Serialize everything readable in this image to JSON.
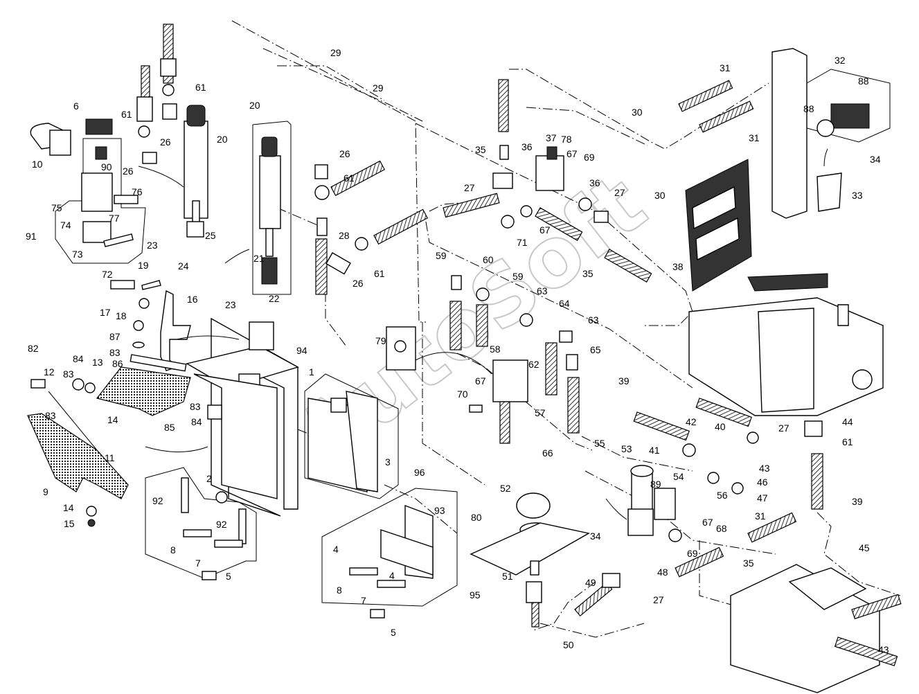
{
  "watermark": "AutoSoft",
  "callouts": [
    {
      "id": "c29a",
      "text": "29"
    },
    {
      "id": "c29b",
      "text": "29"
    },
    {
      "id": "c61a",
      "text": "61"
    },
    {
      "id": "c61b",
      "text": "61"
    },
    {
      "id": "c61c",
      "text": "61"
    },
    {
      "id": "c61d",
      "text": "61"
    },
    {
      "id": "c61e",
      "text": "61"
    },
    {
      "id": "c6",
      "text": "6"
    },
    {
      "id": "c20a",
      "text": "20"
    },
    {
      "id": "c20b",
      "text": "20"
    },
    {
      "id": "c26a",
      "text": "26"
    },
    {
      "id": "c26b",
      "text": "26"
    },
    {
      "id": "c26c",
      "text": "26"
    },
    {
      "id": "c26d",
      "text": "26"
    },
    {
      "id": "c10",
      "text": "10"
    },
    {
      "id": "c90",
      "text": "90"
    },
    {
      "id": "c76",
      "text": "76"
    },
    {
      "id": "c75",
      "text": "75"
    },
    {
      "id": "c74",
      "text": "74"
    },
    {
      "id": "c77",
      "text": "77"
    },
    {
      "id": "c91",
      "text": "91"
    },
    {
      "id": "c73",
      "text": "73"
    },
    {
      "id": "c23a",
      "text": "23"
    },
    {
      "id": "c23b",
      "text": "23"
    },
    {
      "id": "c24",
      "text": "24"
    },
    {
      "id": "c25",
      "text": "25"
    },
    {
      "id": "c21",
      "text": "21"
    },
    {
      "id": "c22",
      "text": "22"
    },
    {
      "id": "c28",
      "text": "28"
    },
    {
      "id": "c72",
      "text": "72"
    },
    {
      "id": "c19",
      "text": "19"
    },
    {
      "id": "c16",
      "text": "16"
    },
    {
      "id": "c17",
      "text": "17"
    },
    {
      "id": "c18",
      "text": "18"
    },
    {
      "id": "c87",
      "text": "87"
    },
    {
      "id": "c82",
      "text": "82"
    },
    {
      "id": "c83a",
      "text": "83"
    },
    {
      "id": "c83b",
      "text": "83"
    },
    {
      "id": "c83c",
      "text": "83"
    },
    {
      "id": "c83d",
      "text": "83"
    },
    {
      "id": "c86",
      "text": "86"
    },
    {
      "id": "c84a",
      "text": "84"
    },
    {
      "id": "c84b",
      "text": "84"
    },
    {
      "id": "c13",
      "text": "13"
    },
    {
      "id": "c12",
      "text": "12"
    },
    {
      "id": "c94",
      "text": "94"
    },
    {
      "id": "c1",
      "text": "1"
    },
    {
      "id": "c14a",
      "text": "14"
    },
    {
      "id": "c14b",
      "text": "14"
    },
    {
      "id": "c85",
      "text": "85"
    },
    {
      "id": "c11",
      "text": "11"
    },
    {
      "id": "c9",
      "text": "9"
    },
    {
      "id": "c15",
      "text": "15"
    },
    {
      "id": "c3",
      "text": "3"
    },
    {
      "id": "c96",
      "text": "96"
    },
    {
      "id": "c2",
      "text": "2"
    },
    {
      "id": "c92a",
      "text": "92"
    },
    {
      "id": "c92b",
      "text": "92"
    },
    {
      "id": "c8a",
      "text": "8"
    },
    {
      "id": "c8b",
      "text": "8"
    },
    {
      "id": "c7a",
      "text": "7"
    },
    {
      "id": "c7b",
      "text": "7"
    },
    {
      "id": "c5a",
      "text": "5"
    },
    {
      "id": "c5b",
      "text": "5"
    },
    {
      "id": "c4a",
      "text": "4"
    },
    {
      "id": "c4b",
      "text": "4"
    },
    {
      "id": "c93",
      "text": "93"
    },
    {
      "id": "c95",
      "text": "95"
    },
    {
      "id": "c30a",
      "text": "30"
    },
    {
      "id": "c30b",
      "text": "30"
    },
    {
      "id": "c31a",
      "text": "31"
    },
    {
      "id": "c31b",
      "text": "31"
    },
    {
      "id": "c31c",
      "text": "31"
    },
    {
      "id": "c32",
      "text": "32"
    },
    {
      "id": "c88a",
      "text": "88"
    },
    {
      "id": "c88b",
      "text": "88"
    },
    {
      "id": "c34a",
      "text": "34"
    },
    {
      "id": "c34b",
      "text": "34"
    },
    {
      "id": "c33",
      "text": "33"
    },
    {
      "id": "c35a",
      "text": "35"
    },
    {
      "id": "c35b",
      "text": "35"
    },
    {
      "id": "c35c",
      "text": "35"
    },
    {
      "id": "c36a",
      "text": "36"
    },
    {
      "id": "c36b",
      "text": "36"
    },
    {
      "id": "c37",
      "text": "37"
    },
    {
      "id": "c78",
      "text": "78"
    },
    {
      "id": "c67a",
      "text": "67"
    },
    {
      "id": "c67b",
      "text": "67"
    },
    {
      "id": "c67c",
      "text": "67"
    },
    {
      "id": "c67d",
      "text": "67"
    },
    {
      "id": "c69a",
      "text": "69"
    },
    {
      "id": "c69b",
      "text": "69"
    },
    {
      "id": "c27a",
      "text": "27"
    },
    {
      "id": "c27b",
      "text": "27"
    },
    {
      "id": "c27c",
      "text": "27"
    },
    {
      "id": "c27d",
      "text": "27"
    },
    {
      "id": "c71",
      "text": "71"
    },
    {
      "id": "c38",
      "text": "38"
    },
    {
      "id": "c59a",
      "text": "59"
    },
    {
      "id": "c59b",
      "text": "59"
    },
    {
      "id": "c60",
      "text": "60"
    },
    {
      "id": "c63a",
      "text": "63"
    },
    {
      "id": "c63b",
      "text": "63"
    },
    {
      "id": "c64",
      "text": "64"
    },
    {
      "id": "c79",
      "text": "79"
    },
    {
      "id": "c58",
      "text": "58"
    },
    {
      "id": "c62",
      "text": "62"
    },
    {
      "id": "c65",
      "text": "65"
    },
    {
      "id": "c39a",
      "text": "39"
    },
    {
      "id": "c39b",
      "text": "39"
    },
    {
      "id": "c70",
      "text": "70"
    },
    {
      "id": "c57",
      "text": "57"
    },
    {
      "id": "c44",
      "text": "44"
    },
    {
      "id": "c42",
      "text": "42"
    },
    {
      "id": "c40",
      "text": "40"
    },
    {
      "id": "c41",
      "text": "41"
    },
    {
      "id": "c66",
      "text": "66"
    },
    {
      "id": "c55",
      "text": "55"
    },
    {
      "id": "c53",
      "text": "53"
    },
    {
      "id": "c54",
      "text": "54"
    },
    {
      "id": "c89",
      "text": "89"
    },
    {
      "id": "c43a",
      "text": "43"
    },
    {
      "id": "c43b",
      "text": "43"
    },
    {
      "id": "c46",
      "text": "46"
    },
    {
      "id": "c56",
      "text": "56"
    },
    {
      "id": "c47",
      "text": "47"
    },
    {
      "id": "c68",
      "text": "68"
    },
    {
      "id": "c52",
      "text": "52"
    },
    {
      "id": "c80",
      "text": "80"
    },
    {
      "id": "c48",
      "text": "48"
    },
    {
      "id": "c49",
      "text": "49"
    },
    {
      "id": "c51",
      "text": "51"
    },
    {
      "id": "c50",
      "text": "50"
    },
    {
      "id": "c45",
      "text": "45"
    }
  ]
}
